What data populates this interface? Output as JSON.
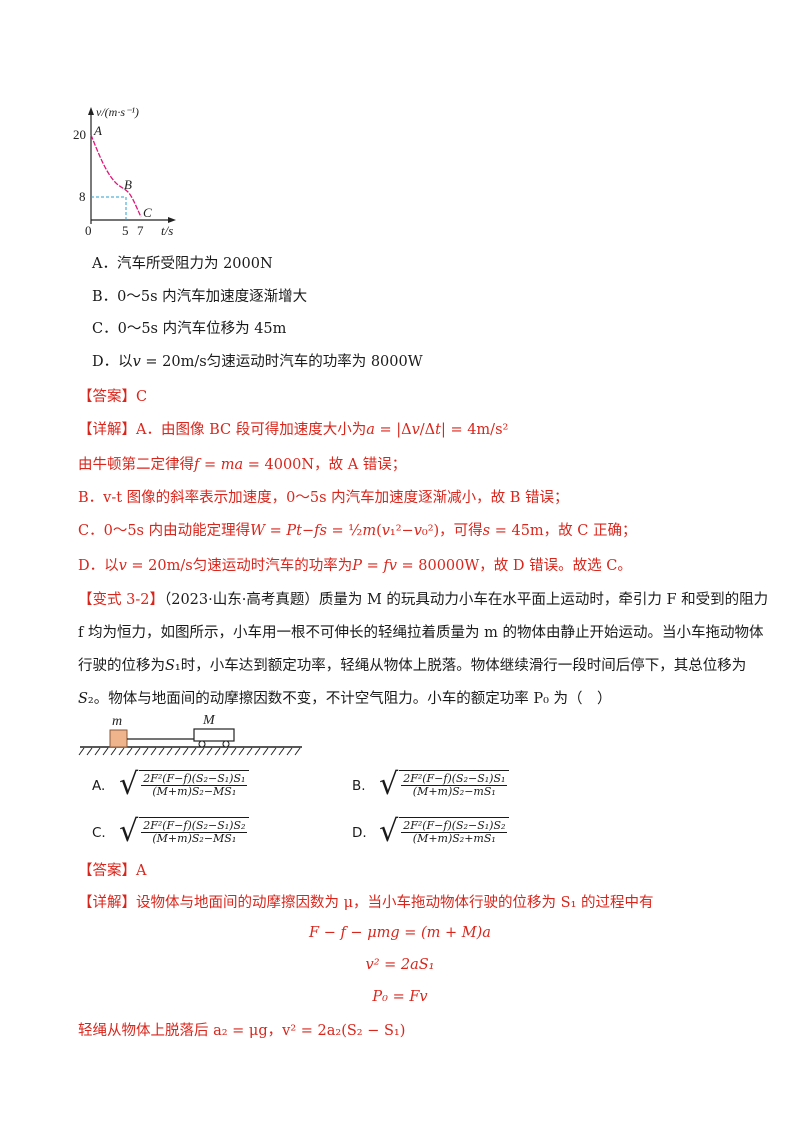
{
  "graph": {
    "y_axis_label": "v/(m·s⁻¹)",
    "x_axis_label": "t/s",
    "y_tick_20": "20",
    "y_tick_8": "8",
    "x_tick_0": "0",
    "x_tick_5": "5",
    "x_tick_7": "7",
    "point_a": "A",
    "point_b": "B",
    "point_c": "C",
    "curve_color": "#e0157a",
    "dash_color": "#2a9fd6"
  },
  "q1": {
    "options": [
      "A．汽车所受阻力为 2000N",
      "B．0～5s 内汽车加速度逐渐增大",
      "C．0～5s 内汽车位移为 45m",
      "D．以𝑣 = 20m/s匀速运动时汽车的功率为 8000W"
    ],
    "answer": "【答案】C",
    "detail_lines": [
      "【详解】A．由图像 BC 段可得加速度大小为𝑎 = |Δ𝑣/Δ𝑡| = 4m/s²",
      "由牛顿第二定律得𝑓 = 𝑚𝑎 = 4000N，故 A 错误；",
      "B．v-t 图像的斜率表示加速度，0～5s 内汽车加速度逐渐减小，故 B 错误；",
      "C．0～5s 内由动能定理得𝑊 = 𝑃𝑡−𝑓𝑠 = ½𝑚(𝑣₁²−𝑣₀²)，可得𝑠 = 45m，故 C 正确；",
      "D．以𝑣 = 20m/s匀速运动时汽车的功率为𝑃 = 𝑓𝑣 = 80000W，故 D 错误。故选 C。"
    ]
  },
  "q2": {
    "tag": "【变式 3-2】",
    "stem_lines": [
      "（2023·山东·高考真题）质量为 M 的玩具动力小车在水平面上运动时，牵引力 F 和受到的阻力",
      "f 均为恒力，如图所示，小车用一根不可伸长的轻绳拉着质量为 m 的物体由静止开始运动。当小车拖动物体",
      "行驶的位移为𝑆₁时，小车达到额定功率，轻绳从物体上脱落。物体继续滑行一段时间后停下，其总位移为",
      "𝑆₂。物体与地面间的动摩擦因数不变，不计空气阻力。小车的额定功率 P₀ 为（　）"
    ],
    "figure_m": "m",
    "figure_M": "M",
    "options": [
      {
        "label": "A.",
        "num": "2F²(F−f)(S₂−S₁)S₁",
        "den": "(M+m)S₂−MS₁"
      },
      {
        "label": "B.",
        "num": "2F²(F−f)(S₂−S₁)S₁",
        "den": "(M+m)S₂−mS₁"
      },
      {
        "label": "C.",
        "num": "2F²(F−f)(S₂−S₁)S₂",
        "den": "(M+m)S₂−MS₁"
      },
      {
        "label": "D.",
        "num": "2F²(F−f)(S₂−S₁)S₂",
        "den": "(M+m)S₂+mS₁"
      }
    ],
    "answer": "【答案】A",
    "detail_intro": "【详解】设物体与地面间的动摩擦因数为 μ，当小车拖动物体行驶的位移为 S₁ 的过程中有",
    "equations": [
      "F − f − μmg = (m + M)a",
      "v² = 2aS₁",
      "P₀ = Fv"
    ],
    "last_line": "轻绳从物体上脱落后 a₂ = μg，v² = 2a₂(S₂ − S₁)"
  }
}
